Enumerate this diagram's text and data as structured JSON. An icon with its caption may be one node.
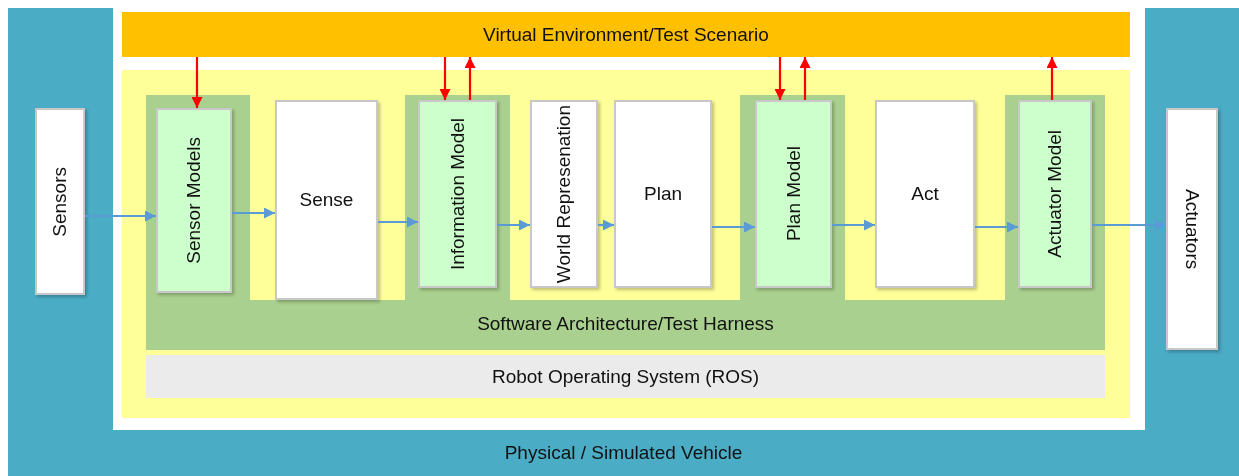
{
  "diagram": {
    "nodes": [
      {
        "text": [
          "Physical / Simulated Vehicle"
        ]
      },
      {
        "text": [
          "Virtual Environment/Test Scenario"
        ],
        "in": 0
      },
      {
        "text": [
          "Software Architecture/Test Harness"
        ],
        "in": 0
      },
      {
        "text": [
          "Robot Operating System (ROS)"
        ],
        "in": 0
      },
      {
        "text": [
          "Sensors"
        ],
        "in": 0
      },
      {
        "text": [
          "Sensor Models"
        ],
        "in": 2
      },
      {
        "text": [
          "Sense"
        ],
        "in": 0
      },
      {
        "text": [
          "Information Model"
        ],
        "in": 2
      },
      {
        "text": [
          "World Represenation"
        ],
        "in": 0
      },
      {
        "text": [
          "Plan"
        ],
        "in": 0
      },
      {
        "text": [
          "Plan Model"
        ],
        "in": 2
      },
      {
        "text": [
          "Act"
        ],
        "in": 0
      },
      {
        "text": [
          "Actuator Model"
        ],
        "in": 2
      },
      {
        "text": [
          "Actuators"
        ],
        "in": 0
      }
    ],
    "edges": [
      {
        "from": 4,
        "to": 5,
        "arrow": "to"
      },
      {
        "from": 5,
        "to": 6,
        "arrow": "to"
      },
      {
        "from": 6,
        "to": 7,
        "arrow": "to"
      },
      {
        "from": 7,
        "to": 8,
        "arrow": "to"
      },
      {
        "from": 8,
        "to": 9,
        "arrow": "to"
      },
      {
        "from": 9,
        "to": 10,
        "arrow": "to"
      },
      {
        "from": 10,
        "to": 11,
        "arrow": "to"
      },
      {
        "from": 11,
        "to": 12,
        "arrow": "to"
      },
      {
        "from": 12,
        "to": 13,
        "arrow": "to"
      },
      {
        "from": 1,
        "to": 5,
        "arrow": "to",
        "color": "#ff0000"
      },
      {
        "from": 1,
        "to": 7,
        "arrow": "to",
        "color": "#ff0000"
      },
      {
        "from": 7,
        "to": 1,
        "arrow": "to",
        "color": "#ff0000"
      },
      {
        "from": 1,
        "to": 10,
        "arrow": "to",
        "color": "#ff0000"
      },
      {
        "from": 10,
        "to": 1,
        "arrow": "to",
        "color": "#ff0000"
      },
      {
        "from": 12,
        "to": 1,
        "arrow": "to",
        "color": "#ff0000"
      }
    ]
  }
}
